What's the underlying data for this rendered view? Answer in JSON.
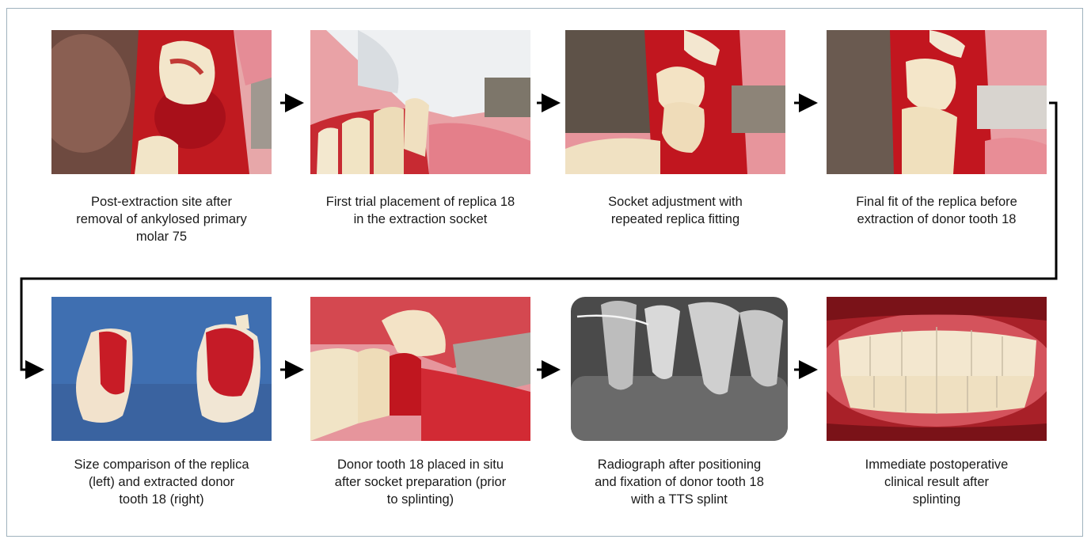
{
  "steps": [
    {
      "caption": "Post-extraction site after\nremoval of ankylosed primary\nmolar 75"
    },
    {
      "caption": "First trial placement of replica 18\nin the extraction socket"
    },
    {
      "caption": "Socket adjustment with\nrepeated replica fitting"
    },
    {
      "caption": "Final fit of the replica before\nextraction of donor tooth 18"
    },
    {
      "caption": "Size comparison of the replica\n(left) and extracted donor\ntooth 18 (right)"
    },
    {
      "caption": "Donor tooth 18 placed in situ\nafter socket preparation (prior\nto splinting)"
    },
    {
      "caption": "Radiograph after positioning\nand fixation of donor tooth 18\nwith a TTS splint"
    },
    {
      "caption": "Immediate postoperative\nclinical result after\nsplinting"
    }
  ],
  "colors": {
    "border": "#9fb2bd",
    "arrow": "#000000",
    "blood": "#b3141c",
    "gum": "#e8909a",
    "enamel": "#f1e4c8"
  }
}
